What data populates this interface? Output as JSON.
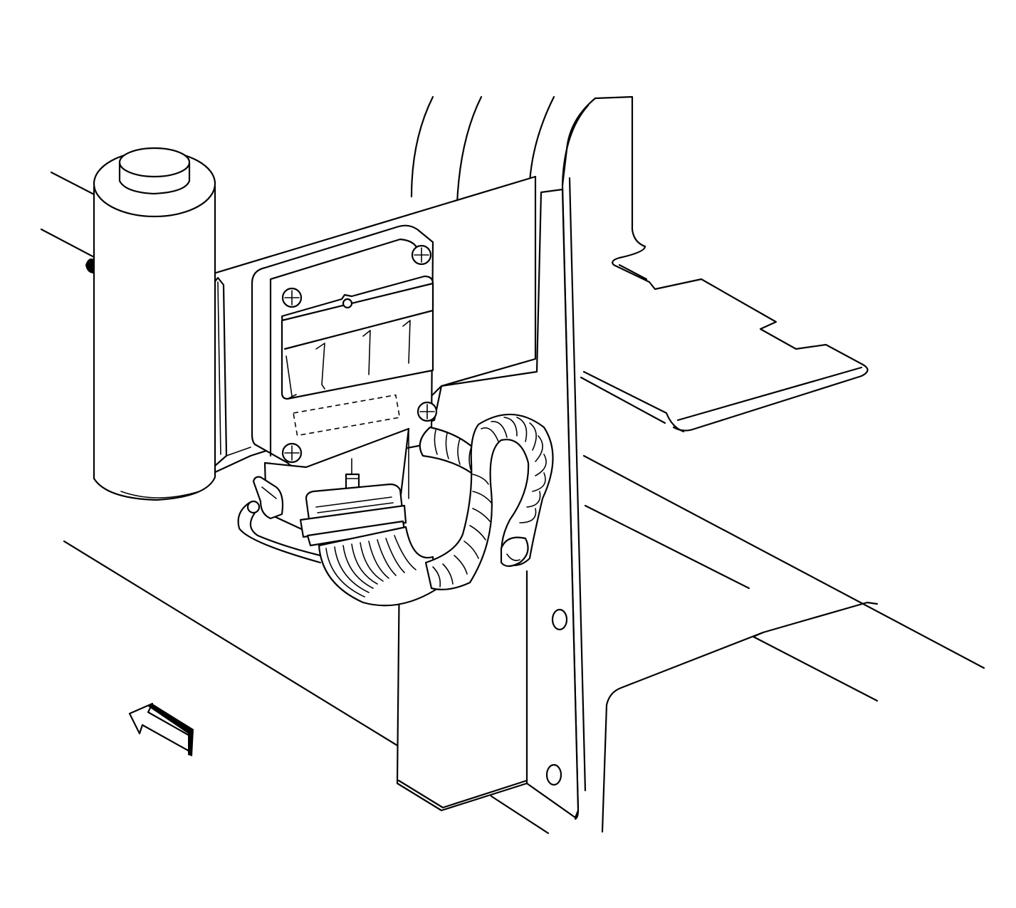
{
  "colors": {
    "ink": "#000000",
    "background": "#ffffff"
  },
  "components": [
    {
      "id": "cylinder",
      "name": "cylindrical-canister"
    },
    {
      "id": "bracket",
      "name": "mounting-bracket-plate"
    },
    {
      "id": "module",
      "name": "control-module"
    },
    {
      "id": "connector",
      "name": "wiring-harness-connector"
    },
    {
      "id": "harness",
      "name": "wrapped-wiring-harness"
    },
    {
      "id": "pillar",
      "name": "vertical-pillar-panel"
    },
    {
      "id": "shelf",
      "name": "rear-tray-shelf"
    },
    {
      "id": "arrow",
      "name": "front-direction-arrow-icon"
    }
  ]
}
